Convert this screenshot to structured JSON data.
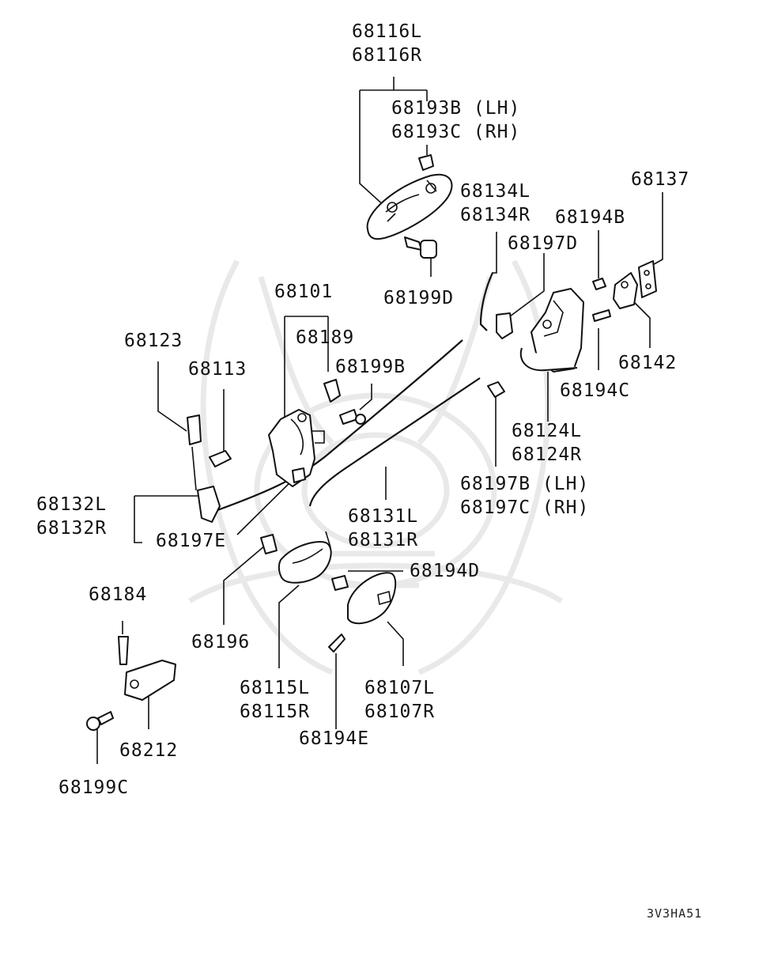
{
  "callouts": [
    {
      "id": "68116",
      "lines": [
        "68116L",
        "68116R"
      ]
    },
    {
      "id": "68193",
      "lines": [
        "68193B (LH)",
        "68193C (RH)"
      ]
    },
    {
      "id": "68134",
      "lines": [
        "68134L",
        "68134R"
      ]
    },
    {
      "id": "68194B",
      "lines": [
        "68194B"
      ]
    },
    {
      "id": "68137",
      "lines": [
        "68137"
      ]
    },
    {
      "id": "68197D",
      "lines": [
        "68197D"
      ]
    },
    {
      "id": "68199D",
      "lines": [
        "68199D"
      ]
    },
    {
      "id": "68101",
      "lines": [
        "68101"
      ]
    },
    {
      "id": "68123",
      "lines": [
        "68123"
      ]
    },
    {
      "id": "68189",
      "lines": [
        "68189"
      ]
    },
    {
      "id": "68113",
      "lines": [
        "68113"
      ]
    },
    {
      "id": "68199B",
      "lines": [
        "68199B"
      ]
    },
    {
      "id": "68142",
      "lines": [
        "68142"
      ]
    },
    {
      "id": "68194C",
      "lines": [
        "68194C"
      ]
    },
    {
      "id": "68124",
      "lines": [
        "68124L",
        "68124R"
      ]
    },
    {
      "id": "68197BC",
      "lines": [
        "68197B (LH)",
        "68197C (RH)"
      ]
    },
    {
      "id": "68132",
      "lines": [
        "68132L",
        "68132R"
      ]
    },
    {
      "id": "68131",
      "lines": [
        "68131L",
        "68131R"
      ]
    },
    {
      "id": "68197E",
      "lines": [
        "68197E"
      ]
    },
    {
      "id": "68194D",
      "lines": [
        "68194D"
      ]
    },
    {
      "id": "68184",
      "lines": [
        "68184"
      ]
    },
    {
      "id": "68196",
      "lines": [
        "68196"
      ]
    },
    {
      "id": "68115",
      "lines": [
        "68115L",
        "68115R"
      ]
    },
    {
      "id": "68107",
      "lines": [
        "68107L",
        "68107R"
      ]
    },
    {
      "id": "68194E",
      "lines": [
        "68194E"
      ]
    },
    {
      "id": "68212",
      "lines": [
        "68212"
      ]
    },
    {
      "id": "68199C",
      "lines": [
        "68199C"
      ]
    }
  ],
  "diagram_code": "3V3HA51",
  "colors": {
    "line": "#111111",
    "watermark": "#e9e9e9",
    "background": "#ffffff"
  }
}
